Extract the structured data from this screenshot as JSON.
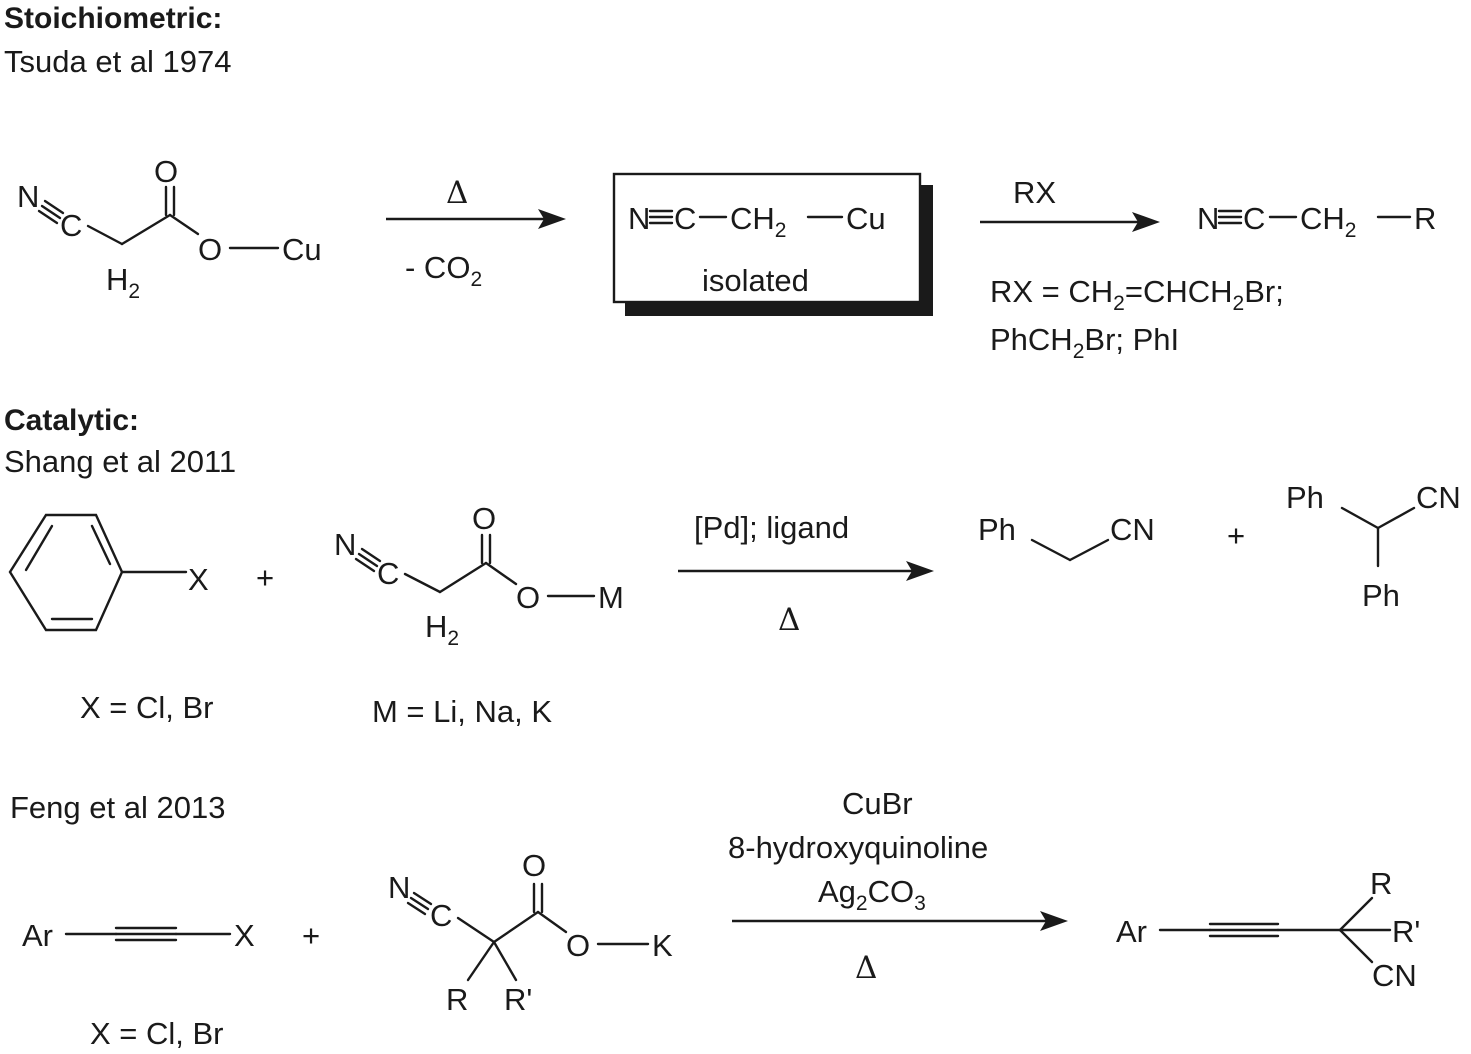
{
  "sections": {
    "stoich_header": "Stoichiometric:",
    "stoich_ref": "Tsuda et al 1974",
    "cat_header": "Catalytic:",
    "shang_ref": "Shang et al 2011",
    "feng_ref": "Feng et al 2013"
  },
  "r1": {
    "n": "N",
    "c": "C",
    "h": "H",
    "h_sub": "2",
    "o_carbonyl": "O",
    "o_ester": "O",
    "cu": "Cu",
    "arrow_above": "Δ",
    "arrow_below_pre": "- CO",
    "arrow_below_sub": "2",
    "box_line_n": "N",
    "box_line_c": "C",
    "box_line_ch": "CH",
    "box_line_ch_sub": "2",
    "box_line_cu": "Cu",
    "box_isolated": "isolated",
    "arrow2_above": "RX",
    "prod_n": "N",
    "prod_c": "C",
    "prod_ch": "CH",
    "prod_ch_sub": "2",
    "prod_r": "R",
    "rx_line1_a": "RX = CH",
    "rx_line1_sub1": "2",
    "rx_line1_b": "=CHCH",
    "rx_line1_sub2": "2",
    "rx_line1_c": "Br;",
    "rx_line2_a": "PhCH",
    "rx_line2_sub": "2",
    "rx_line2_b": "Br; PhI"
  },
  "r2": {
    "aryl_x": "X",
    "plus1": "+",
    "x_note": "X  = Cl, Br",
    "n": "N",
    "c": "C",
    "h": "H",
    "h_sub": "2",
    "o_carbonyl": "O",
    "o_ester": "O",
    "m": "M",
    "m_note": "M  = Li, Na, K",
    "arrow_above": "[Pd]; ligand",
    "arrow_below": "Δ",
    "prod1_ph": "Ph",
    "prod1_cn": "CN",
    "plus2": "+",
    "prod2_ph_top": "Ph",
    "prod2_cn": "CN",
    "prod2_ph_bottom": "Ph"
  },
  "r3": {
    "ar": "Ar",
    "x": "X",
    "plus": "+",
    "x_note": "X  = Cl, Br",
    "n": "N",
    "c": "C",
    "o_carbonyl": "O",
    "o_ester": "O",
    "k": "K",
    "r": "R",
    "r_prime": "R'",
    "cond1": "CuBr",
    "cond2": "8-hydroxyquinoline",
    "cond3_a": "Ag",
    "cond3_sub1": "2",
    "cond3_b": "CO",
    "cond3_sub2": "3",
    "arrow_below": "Δ",
    "prod_ar": "Ar",
    "prod_r": "R",
    "prod_r_prime": "R'",
    "prod_cn": "CN"
  }
}
